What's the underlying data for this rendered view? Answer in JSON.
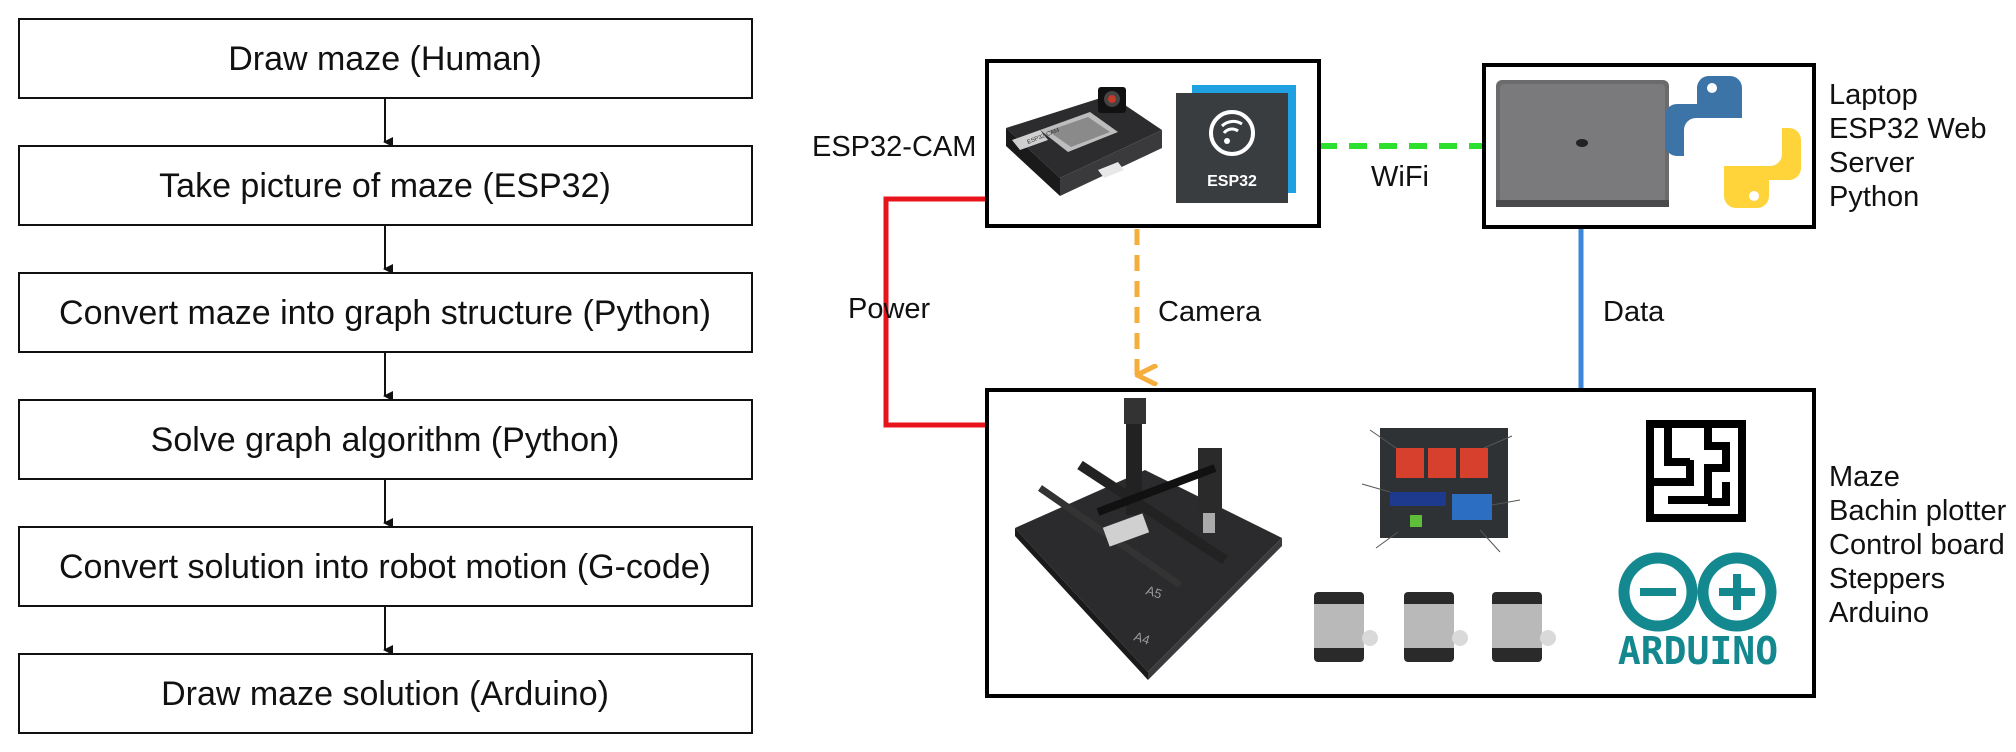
{
  "flowchart": {
    "steps": [
      "Draw maze (Human)",
      "Take picture of maze (ESP32)",
      "Convert maze into graph structure (Python)",
      "Solve graph algorithm (Python)",
      "Convert solution into robot motion (G-code)",
      "Draw maze solution (Arduino)"
    ]
  },
  "system": {
    "esp32_cam_label": "ESP32-CAM",
    "esp32_chip_text": "ESP32",
    "esp32_board_text": "ESP32-CAM",
    "laptop_lines": [
      "Laptop",
      "ESP32 Web",
      "Server",
      "Python"
    ],
    "plotter_lines": [
      "Maze",
      "Bachin plotter",
      "Control board",
      "Steppers",
      "Arduino"
    ],
    "connections": {
      "wifi": "WiFi",
      "power": "Power",
      "camera": "Camera",
      "data": "Data"
    },
    "arduino_text": "ARDUINO",
    "plotter_marks": [
      "A5",
      "A4"
    ],
    "colors": {
      "power": "#e8141b",
      "wifi": "#2ee02e",
      "camera": "#f5ad3b",
      "data": "#3d86d8",
      "arduino": "#13888f",
      "python_blue": "#3c74a8",
      "python_yellow": "#ffd43b"
    }
  }
}
